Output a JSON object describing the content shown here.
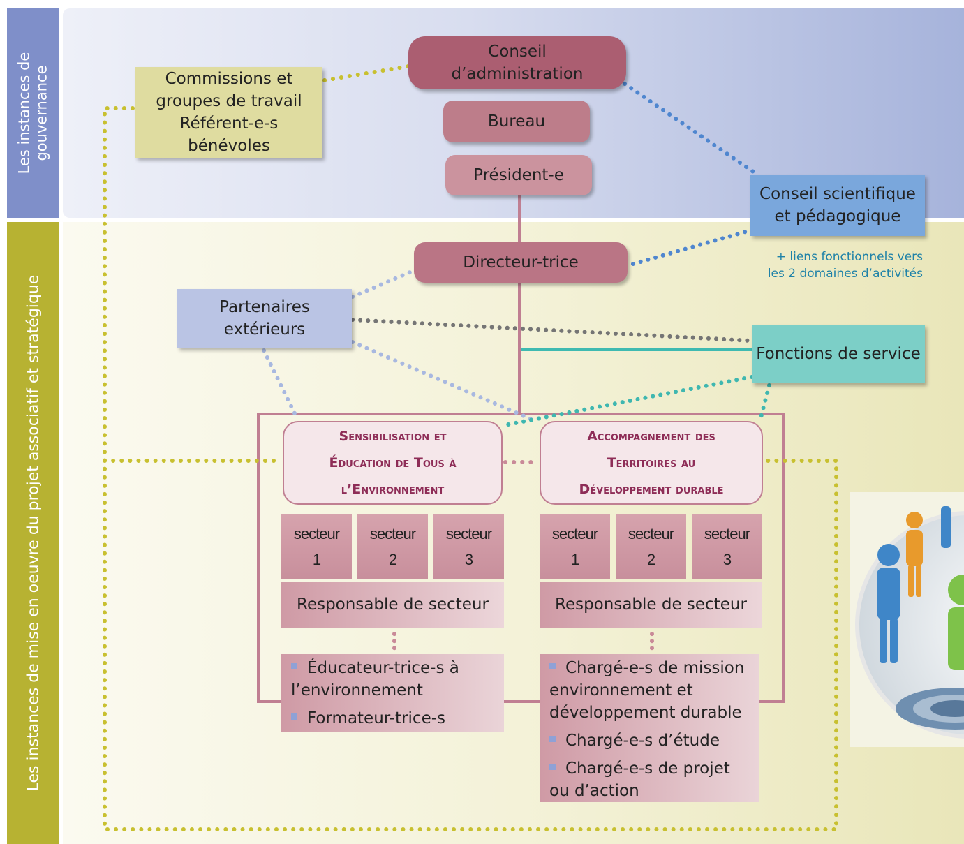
{
  "sidebar": {
    "top_label_line1": "Les instances de",
    "top_label_line2": "gouvernance",
    "bottom_label": "Les instances de mise en oeuvre du projet associatif et stratégique"
  },
  "governance": {
    "conseil_line1": "Conseil",
    "conseil_line2": "d’administration",
    "bureau": "Bureau",
    "president": "Président-e",
    "commissions_lines": [
      "Commissions et",
      "groupes de travail",
      "Référent-e-s",
      "bénévoles"
    ],
    "conseil_scientifique_line1": "Conseil scientifique",
    "conseil_scientifique_line2": "et pédagogique"
  },
  "operations": {
    "note_line1": "+ liens fonctionnels vers",
    "note_line2": "les 2 domaines d’activités",
    "directeur": "Directeur-trice",
    "partenaires_line1": "Partenaires",
    "partenaires_line2": "extérieurs",
    "fonctions_service": "Fonctions de service"
  },
  "domains": [
    {
      "title_lines": [
        "Sensibilisation et",
        "Éducation de Tous à",
        "l’Environnement"
      ],
      "sectors": [
        {
          "label": "secteur",
          "number": "1"
        },
        {
          "label": "secteur",
          "number": "2"
        },
        {
          "label": "secteur",
          "number": "3"
        }
      ],
      "responsable": "Responsable de secteur",
      "roles": [
        {
          "line1": "Éducateur-trice-s à",
          "line2": "l’environnement"
        },
        {
          "line1": "Formateur-trice-s",
          "line2": ""
        }
      ]
    },
    {
      "title_lines": [
        "Accompagnement des",
        "Territoires au",
        "Développement durable"
      ],
      "sectors": [
        {
          "label": "secteur",
          "number": "1"
        },
        {
          "label": "secteur",
          "number": "2"
        },
        {
          "label": "secteur",
          "number": "3"
        }
      ],
      "responsable": "Responsable de secteur",
      "roles": [
        {
          "line1": "Chargé-e-s de mission",
          "line2": "environnement et",
          "line3": "développement durable"
        },
        {
          "line1": "Chargé-e-s d’étude"
        },
        {
          "line1": "Chargé-e-s de projet",
          "line2": "ou d’action"
        }
      ]
    }
  ],
  "colors": {
    "sidebar_top": "#7f8fc9",
    "sidebar_bottom": "#b7b232",
    "conseil": "#ab5e71",
    "bureau": "#bd7d8a",
    "president": "#cb939e",
    "commissions": "#dfdca0",
    "conseil_scientifique": "#7aa7dc",
    "partenaires": "#bac4e4",
    "fonctions_service": "#7ccfc7",
    "domain_border": "#c07f92",
    "dots_yellow": "#c8c030",
    "dots_blue": "#4f86cf",
    "dots_grey": "#757575",
    "dots_teal": "#3fb7b0"
  }
}
